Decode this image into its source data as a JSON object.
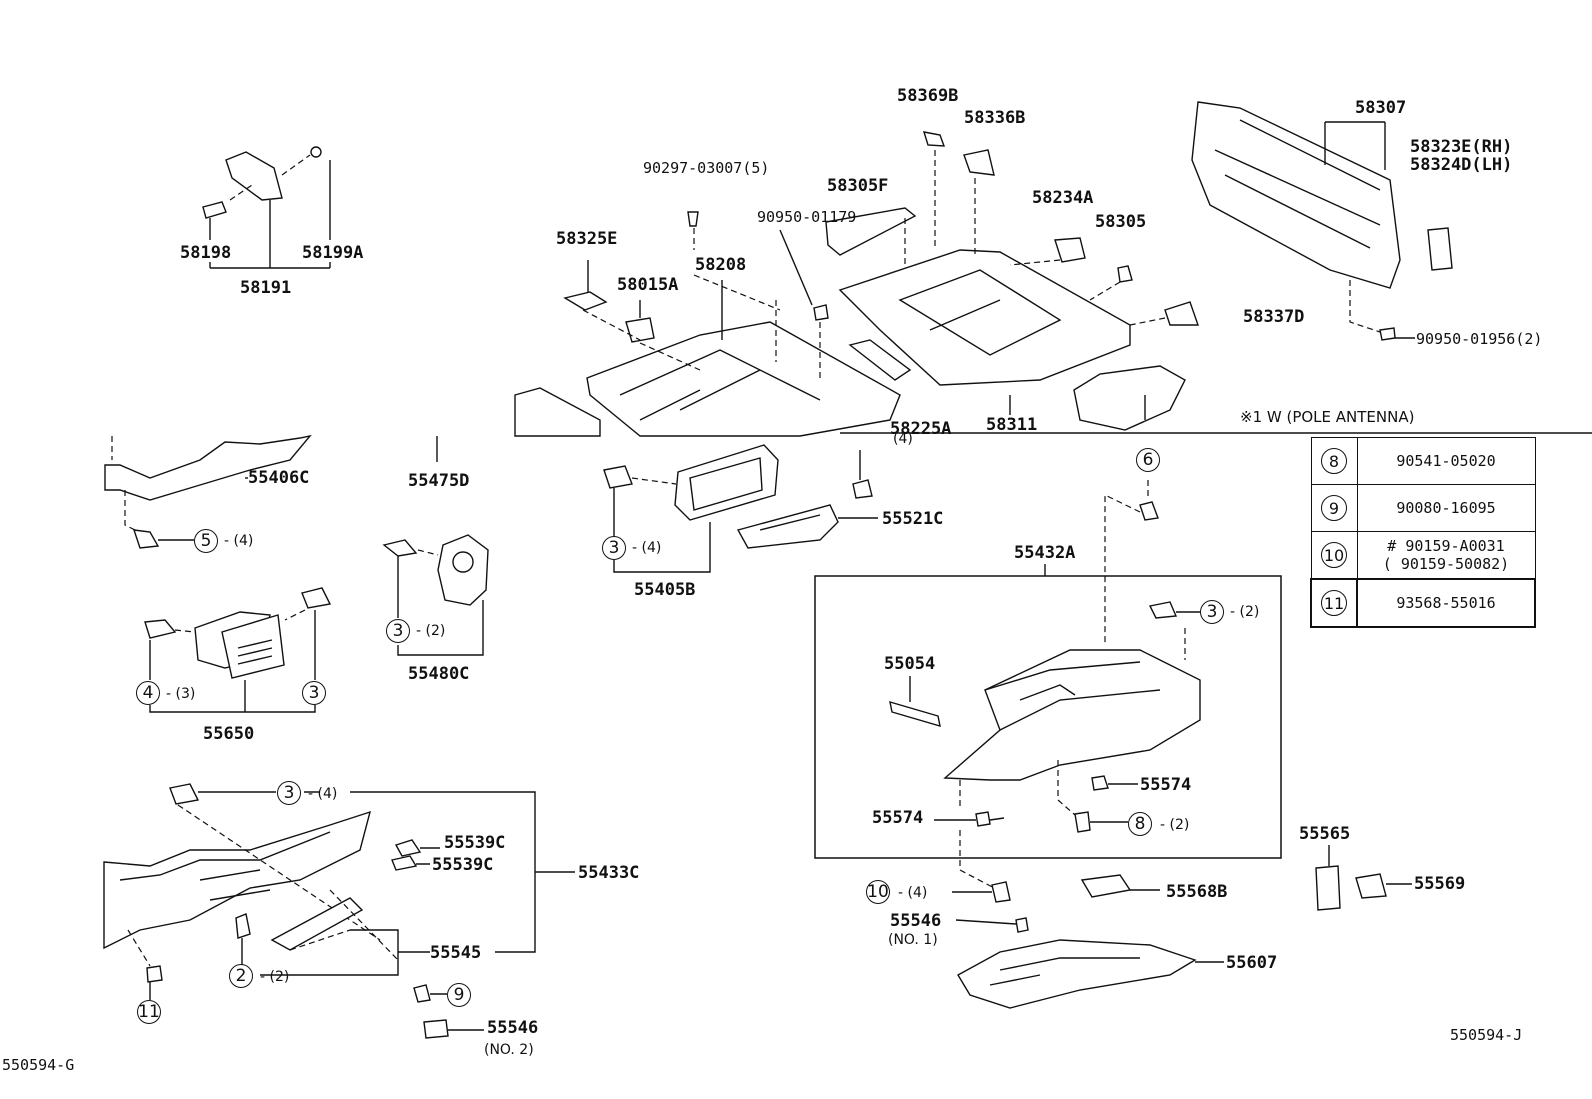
{
  "part_numbers": {
    "p58369B": "58369B",
    "p58336B": "58336B",
    "p58307": "58307",
    "p58323E": "58323E(RH)",
    "p58324D": "58324D(LH)",
    "p90297": "90297-03007(5)",
    "p58305F": "58305F",
    "p90950_01179": "90950-01179",
    "p58234A": "58234A",
    "p58305": "58305",
    "p58325E": "58325E",
    "p58208": "58208",
    "p58015A": "58015A",
    "p58337D": "58337D",
    "p90950_01956": "90950-01956(2)",
    "p58225A": "58225A",
    "p58311": "58311",
    "p58198": "58198",
    "p58199A": "58199A",
    "p58191": "58191",
    "p55406C": "55406C",
    "p55475D": "55475D",
    "p55521C": "55521C",
    "p55405B": "55405B",
    "p55432A": "55432A",
    "p55480C": "55480C",
    "p55650": "55650",
    "p55054": "55054",
    "p55574a": "55574",
    "p55574b": "55574",
    "p55539Ca": "55539C",
    "p55539Cb": "55539C",
    "p55433C": "55433C",
    "p55565": "55565",
    "p55569": "55569",
    "p55568B": "55568B",
    "p55546a": "55546",
    "p55546a_note": "(NO. 1)",
    "p55545": "55545",
    "p55607": "55607",
    "p55546b": "55546",
    "p55546b_note": "(NO. 2)"
  },
  "callouts": {
    "c3": "3",
    "c4": "4",
    "c5": "5",
    "c6": "6",
    "c8": "8",
    "c9": "9",
    "c10": "10",
    "c11": "11",
    "c2": "2"
  },
  "quantities": {
    "q4": "(4)",
    "q3": "(3)",
    "q2": "(2)"
  },
  "note": "※1 W (POLE ANTENNA)",
  "legend_table": [
    {
      "key": "8",
      "value": "90541-05020"
    },
    {
      "key": "9",
      "value": "90080-16095"
    },
    {
      "key": "10",
      "value": "# 90159-A0031",
      "value2": "( 90159-50082)"
    },
    {
      "key": "11",
      "value": "93568-55016"
    }
  ],
  "codes": {
    "left": "550594-G",
    "right": "550594-J"
  }
}
